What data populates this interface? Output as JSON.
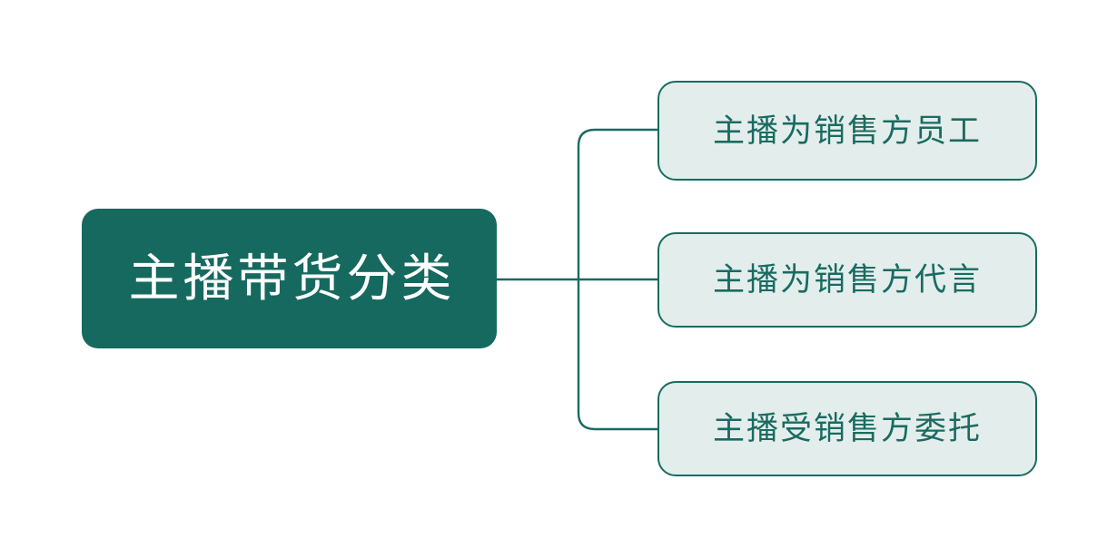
{
  "diagram": {
    "type": "mind-map",
    "orientation": "left-to-right",
    "background_color": "#ffffff",
    "root": {
      "label": "主播带货分类",
      "fill_color": "#16695e",
      "text_color": "#ffffff"
    },
    "branch": {
      "line_color": "#1a6b61",
      "line_width": 2
    },
    "children": [
      {
        "label": "主播为销售方员工",
        "fill_color": "#e3eeec",
        "border_color": "#1a6b61",
        "text_color": "#1a6b61"
      },
      {
        "label": "主播为销售方代言",
        "fill_color": "#e3eeec",
        "border_color": "#1a6b61",
        "text_color": "#1a6b61"
      },
      {
        "label": "主播受销售方委托",
        "fill_color": "#e3eeec",
        "border_color": "#1a6b61",
        "text_color": "#1a6b61"
      }
    ]
  }
}
